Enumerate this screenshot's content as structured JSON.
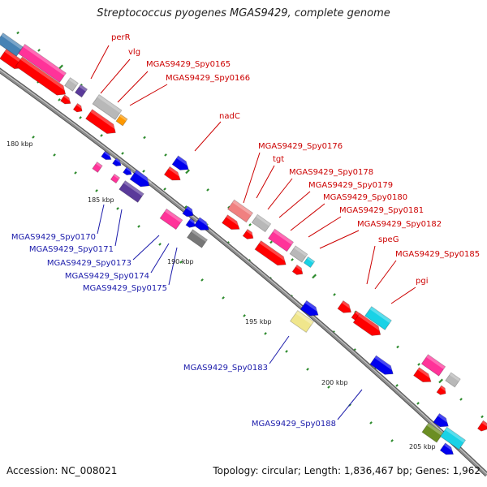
{
  "title": "Streptococcus pyogenes MGAS9429, complete genome",
  "footer": {
    "accession": "Accession: NC_008021",
    "summary": "Topology: circular; Length: 1,836,467 bp; Genes: 1,962"
  },
  "colors": {
    "backbone": "#8c8c8c",
    "tick": "#2e8b2e",
    "forward_label": "#cc0000",
    "reverse_label": "#1a1aaa",
    "red": "#ff0000",
    "pink": "#ff3399",
    "salmon": "#f08080",
    "grey": "#b8b8b8",
    "darkgrey": "#777777",
    "blue": "#0000ee",
    "purple": "#5a3a9a",
    "cyan": "#19d2e6",
    "orange": "#ff9900",
    "steelblue": "#4682b4",
    "khaki": "#f0e68c",
    "olive": "#6b8e23"
  },
  "diagram": {
    "kbp_labels": [
      "180 kbp",
      "185 kbp",
      "190 kbp",
      "195 kbp",
      "200 kbp",
      "205 kbp"
    ],
    "forward_genes": [
      "perR",
      "vlg",
      "MGAS9429_Spy0165",
      "MGAS9429_Spy0166",
      "nadC",
      "MGAS9429_Spy0176",
      "tgt",
      "MGAS9429_Spy0178",
      "MGAS9429_Spy0179",
      "MGAS9429_Spy0180",
      "MGAS9429_Spy0181",
      "MGAS9429_Spy0182",
      "speG",
      "MGAS9429_Spy0185",
      "pgi"
    ],
    "reverse_genes": [
      "MGAS9429_Spy0170",
      "MGAS9429_Spy0171",
      "MGAS9429_Spy0173",
      "MGAS9429_Spy0174",
      "MGAS9429_Spy0175",
      "MGAS9429_Spy0183",
      "MGAS9429_Spy0188"
    ]
  }
}
